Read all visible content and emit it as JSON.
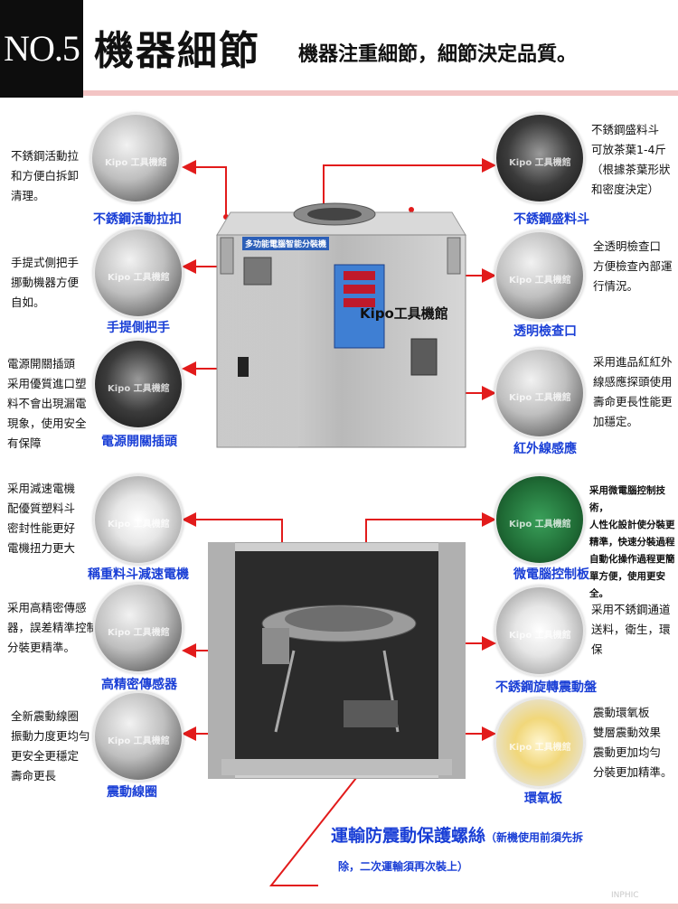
{
  "header": {
    "badge": "NO.5",
    "title": "機器細節",
    "tagline": "機器注重細節，細節決定品質。"
  },
  "callouts": {
    "pull_rod": {
      "desc": [
        "不銹鋼活動拉",
        "和方便白拆卸",
        "清理。"
      ],
      "caption": "不銹鋼活動拉扣"
    },
    "handle": {
      "desc": [
        "手提式側把手",
        "挪動機器方便",
        "自如。"
      ],
      "caption": "手提側把手"
    },
    "socket": {
      "desc": [
        "電源開關插頭",
        "采用優質進口塑",
        "料不會出現漏電",
        "現象，使用安全",
        "有保障"
      ],
      "caption": "電源開關插頭"
    },
    "motor": {
      "desc": [
        "采用減速電機",
        "配優質塑料斗",
        "密封性能更好",
        "電機扭力更大"
      ],
      "caption": "稱重料斗減速電機"
    },
    "sensor": {
      "desc": [
        "采用高精密傳感",
        "器，誤差精準控制",
        "分裝更精準。"
      ],
      "caption": "高精密傳感器"
    },
    "coil": {
      "desc": [
        "全新震動線圈",
        "振動力度更均勻",
        "更安全更穩定",
        "壽命更長"
      ],
      "caption": "震動線圈"
    },
    "hopper": {
      "desc": [
        "不銹鋼盛料斗",
        "可放茶葉1-4斤",
        "（根據茶葉形狀",
        "和密度決定）"
      ],
      "caption": "不銹鋼盛料斗"
    },
    "window": {
      "desc": [
        "全透明檢查口",
        "方便檢查內部運",
        "行情況。"
      ],
      "caption": "透明檢查口"
    },
    "infrared": {
      "desc": [
        "采用進品紅紅外",
        "線感應探頭使用",
        "壽命更長性能更",
        "加穩定。"
      ],
      "caption": "紅外線感應"
    },
    "board": {
      "desc": [
        "采用微電腦控制技術，",
        "人性化設計使分裝更",
        "精準，快速分裝過程",
        "自動化操作過程更簡",
        "單方便，使用更安全。"
      ],
      "caption": "微電腦控制板"
    },
    "vibe_plate": {
      "desc": [
        "采用不銹鋼通道",
        "送料，衛生，環保"
      ],
      "caption": "不銹鋼旋轉震動盤"
    },
    "epoxy": {
      "desc": [
        "震動環氧板",
        "雙層震動效果",
        "震動更加均勻",
        "分裝更加精準。"
      ],
      "caption": "環氧板"
    }
  },
  "machine": {
    "label": "多功能電腦智能分裝機",
    "brand": "Kipo工具機館"
  },
  "watermark": "Kipo 工具機館",
  "notice": {
    "main": "運輸防震動保護螺絲",
    "sub": "（新機使用前須先拆",
    "line2": "除，二次運輸須再次裝上）"
  },
  "footer": "INPHIC"
}
